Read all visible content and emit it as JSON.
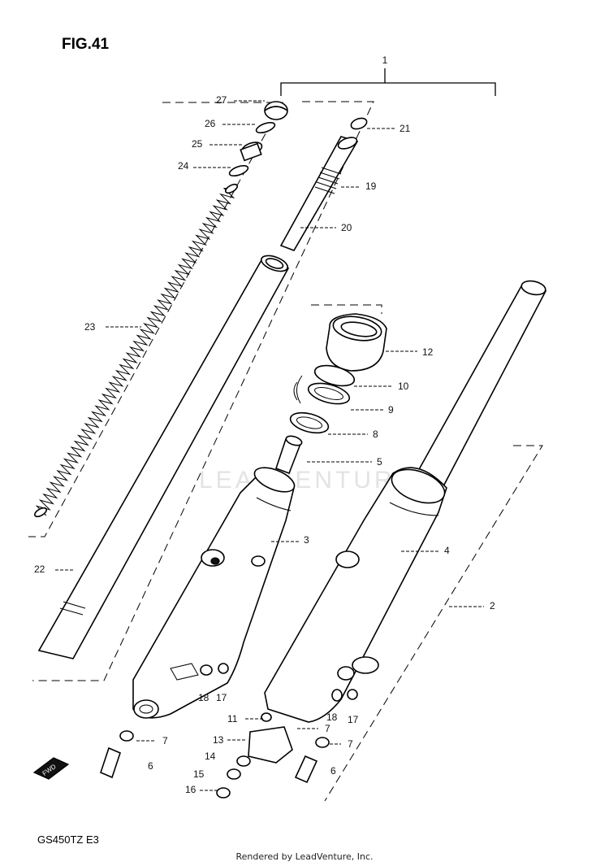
{
  "figure": {
    "title": "FIG.41",
    "model_code": "GS450TZ  E3"
  },
  "fwd_label": "FWD",
  "watermark": "LEADVENTURE",
  "footer": "Rendered by LeadVenture, Inc.",
  "part_labels": [
    "1",
    "2",
    "3",
    "4",
    "5",
    "6",
    "6",
    "7",
    "7",
    "7",
    "8",
    "9",
    "10",
    "11",
    "12",
    "13",
    "14",
    "15",
    "16",
    "17",
    "17",
    "18",
    "18",
    "19",
    "20",
    "21",
    "22",
    "23",
    "24",
    "25",
    "26",
    "27"
  ]
}
